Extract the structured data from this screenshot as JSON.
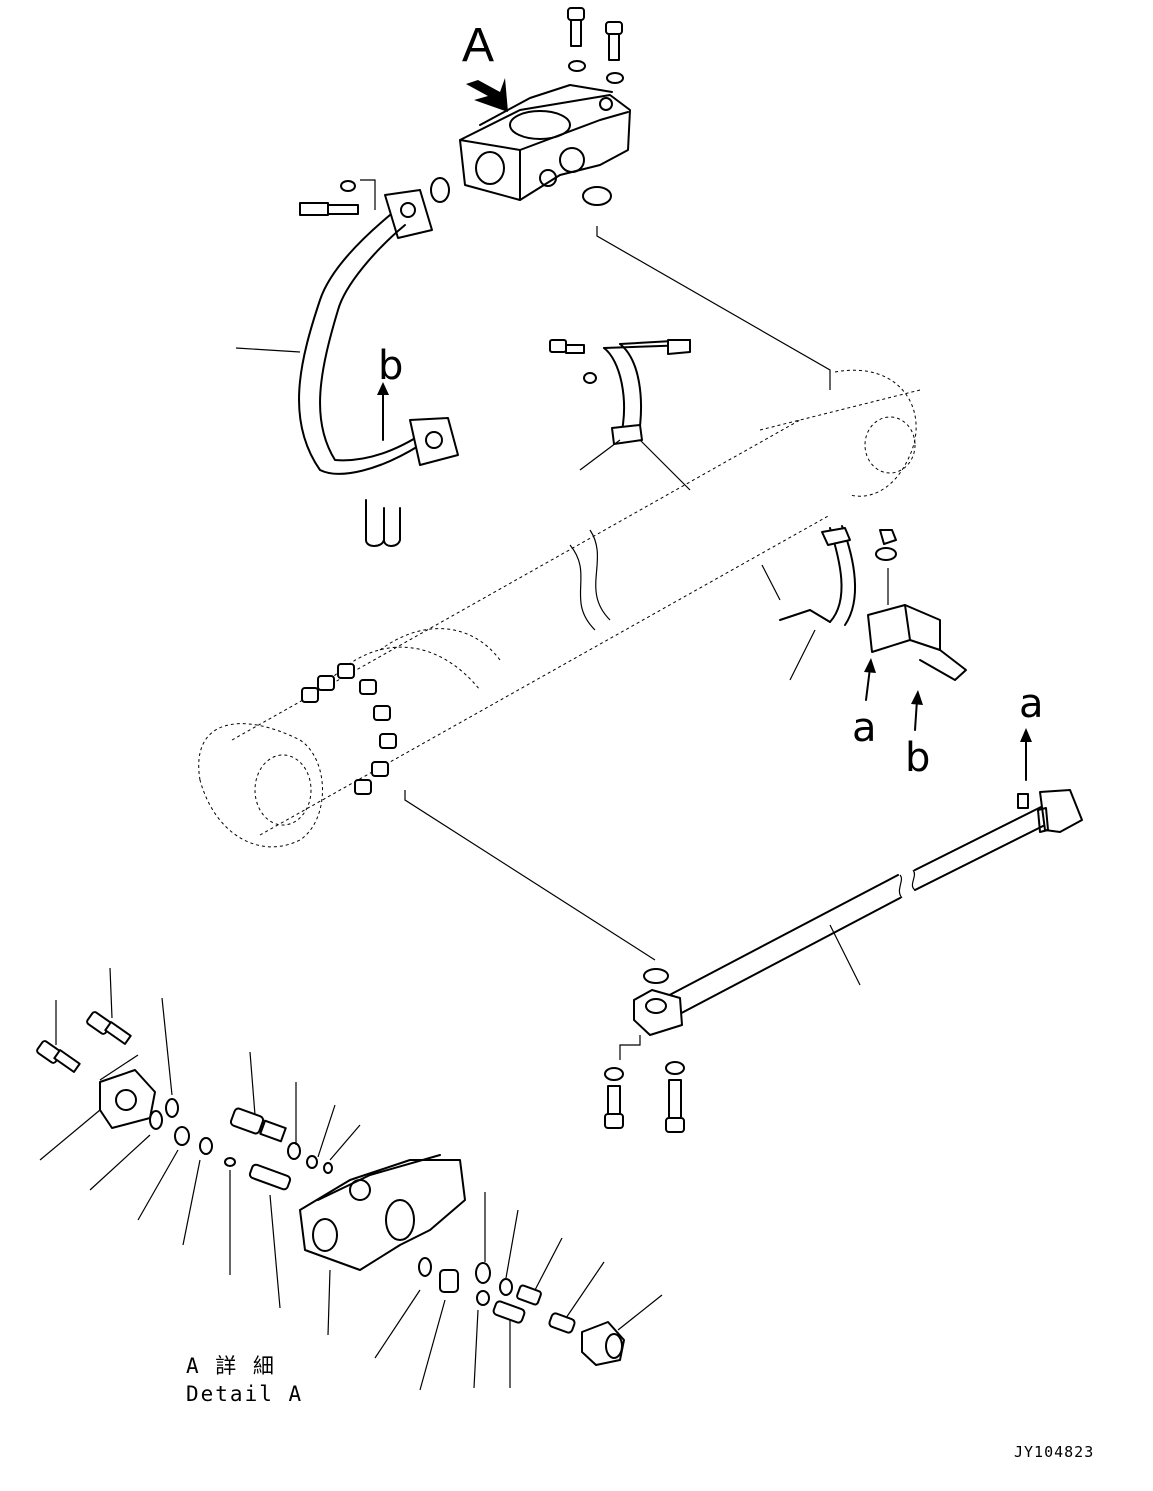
{
  "callouts": {
    "view_arrow": "A",
    "pipe_ref_top": "b",
    "bracket_ref_a": "a",
    "bracket_ref_b": "b",
    "pipe_ref_right": "a"
  },
  "detail": {
    "title_jp": "A 詳 細",
    "title_en": "Detail A"
  },
  "drawing_code": "JY104823"
}
